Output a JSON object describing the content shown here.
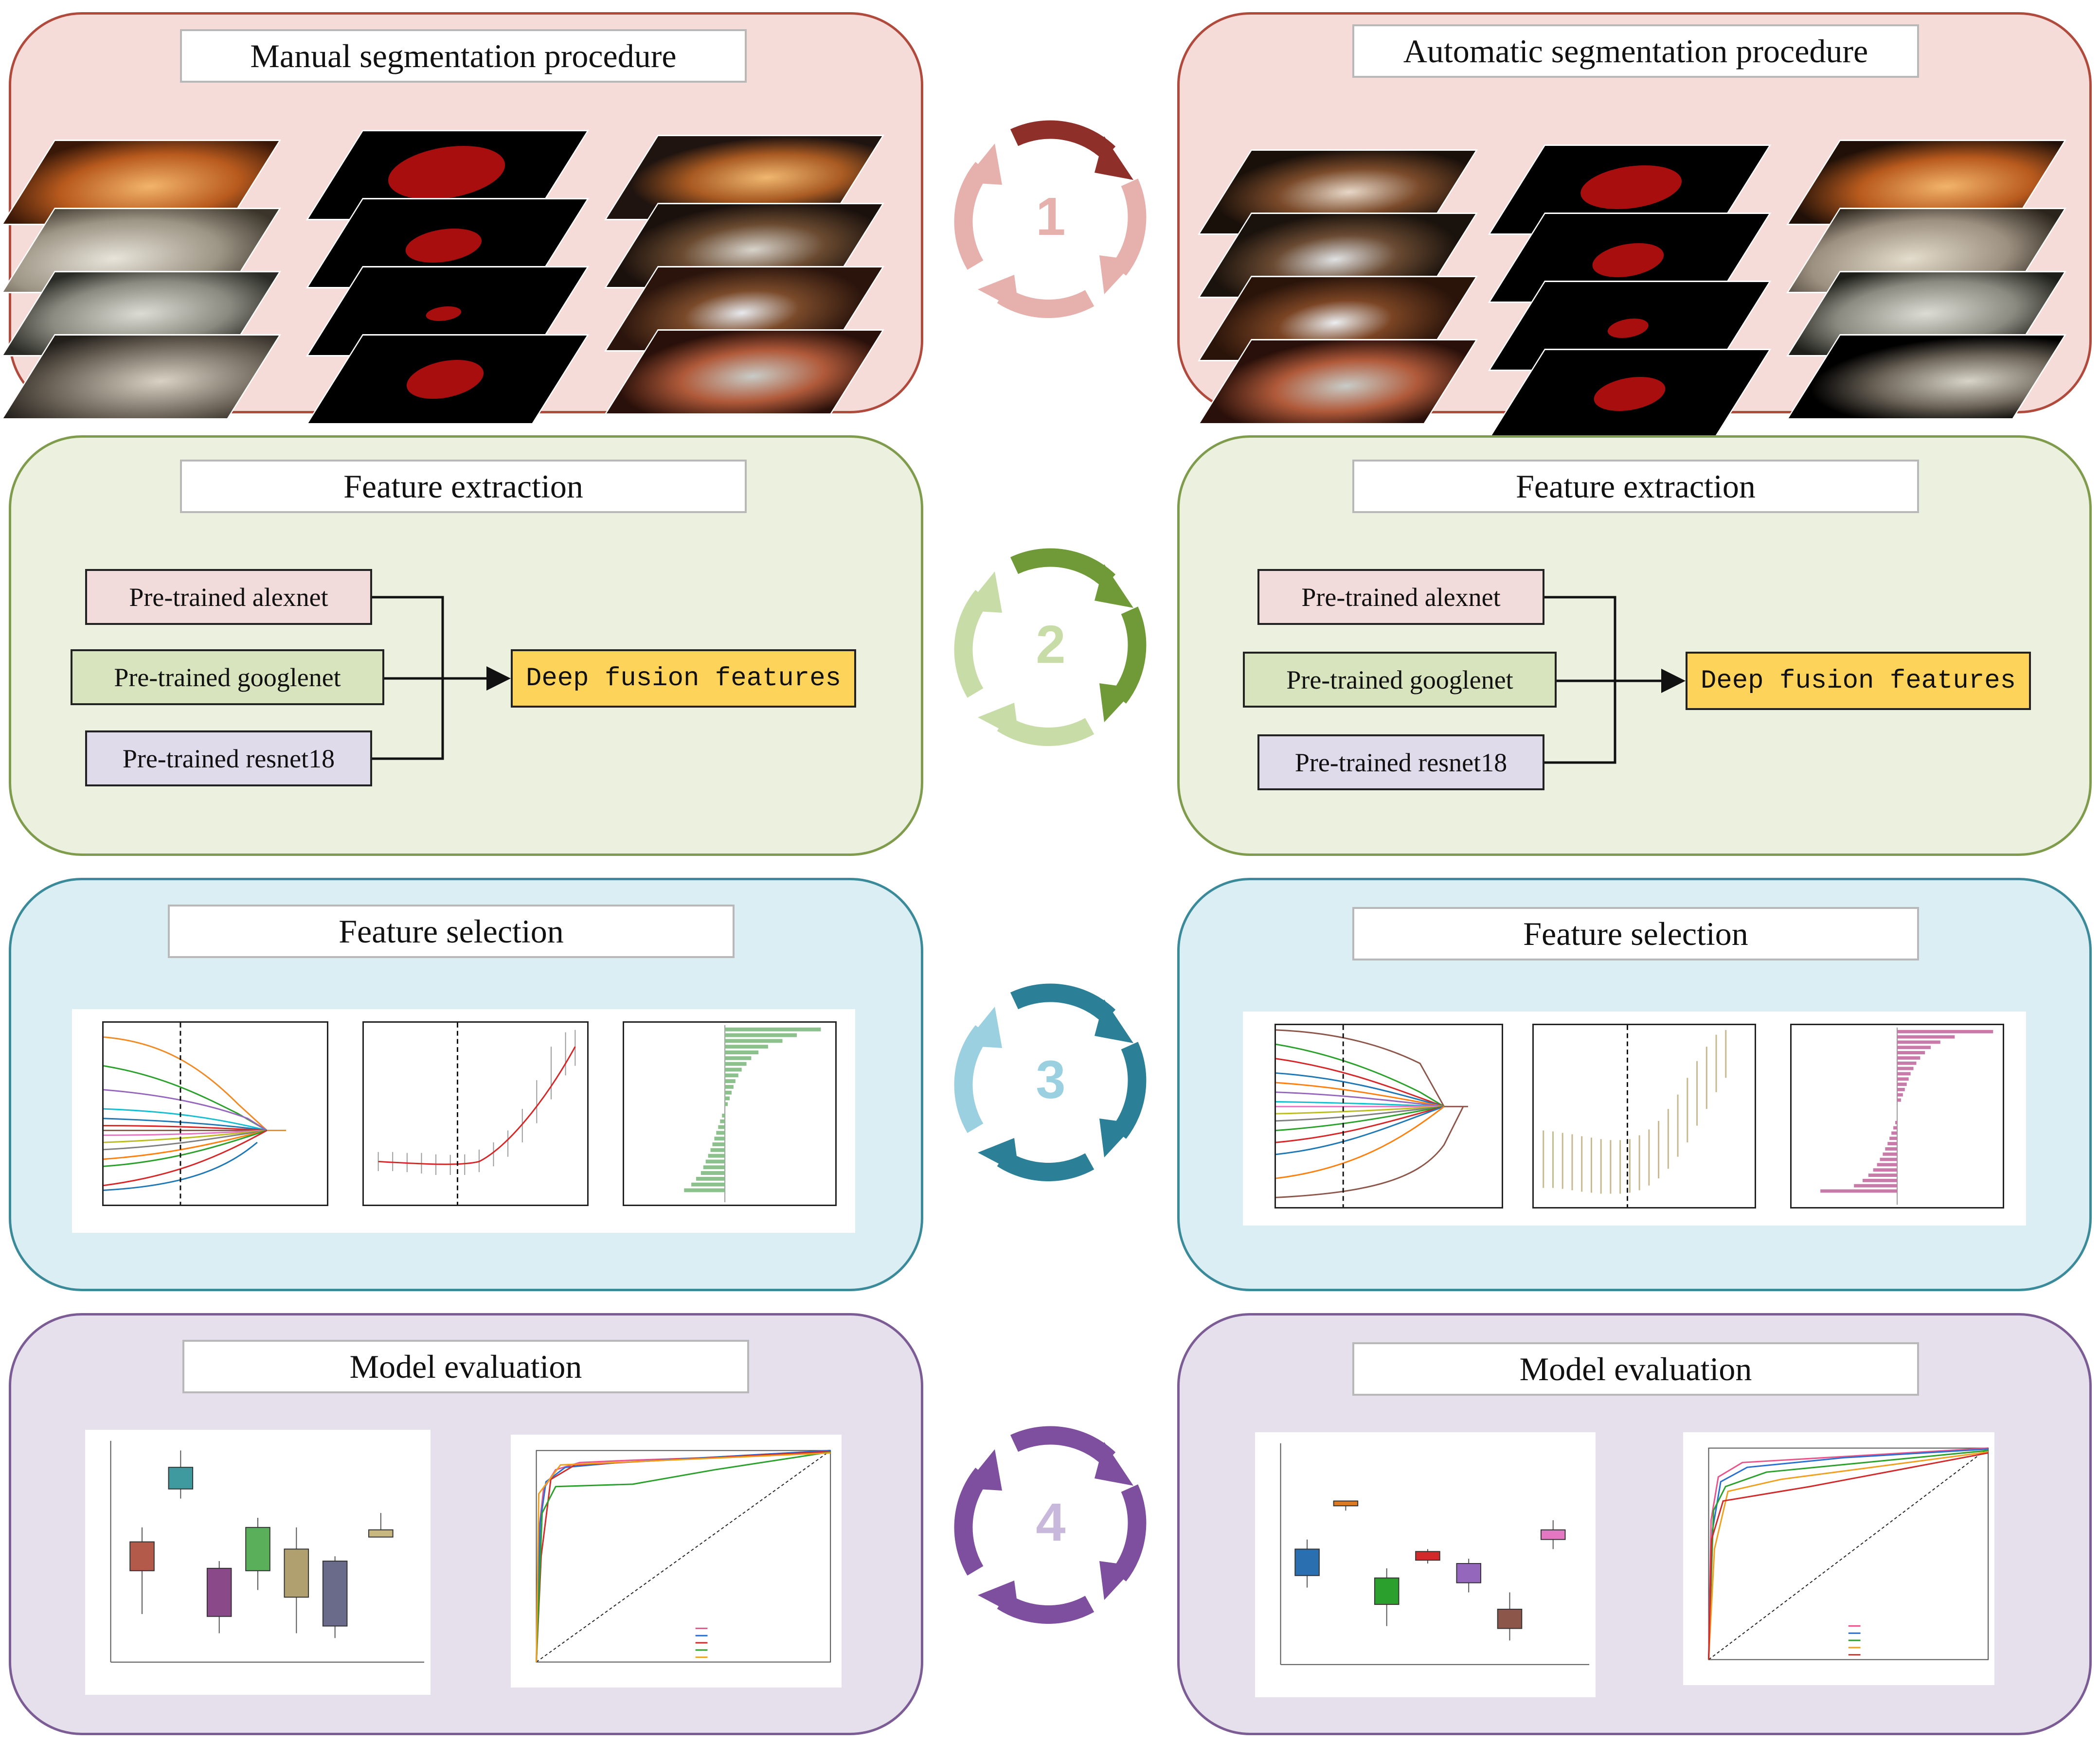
{
  "left": {
    "segmentation_title": "Manual segmentation procedure",
    "feature_extraction_title": "Feature extraction",
    "feature_selection_title": "Feature selection",
    "model_evaluation_title": "Model evaluation",
    "models": [
      "Pre-trained alexnet",
      "Pre-trained googlenet",
      "Pre-trained resnet18"
    ],
    "fusion": "Deep fusion features"
  },
  "right": {
    "segmentation_title": "Automatic segmentation procedure",
    "feature_extraction_title": "Feature extraction",
    "feature_selection_title": "Feature selection",
    "model_evaluation_title": "Model evaluation",
    "models": [
      "Pre-trained alexnet",
      "Pre-trained googlenet",
      "Pre-trained resnet18"
    ],
    "fusion": "Deep fusion features"
  },
  "steps": [
    "1",
    "2",
    "3",
    "4"
  ],
  "colors": {
    "seg_panel": "#f6dcd8",
    "seg_border": "#b04a3c",
    "fe_panel": "#ebf1de",
    "fe_border": "#7f9b4c",
    "fs_panel": "#dbeef4",
    "fs_border": "#3a8a9a",
    "me_panel": "#e6e0ec",
    "me_border": "#7b5c95",
    "alexnet_box": "#f2dcdb",
    "googlenet_box": "#d7e4bd",
    "resnet_box": "#e0dbeb",
    "fusion_box": "#fdd35a",
    "cycle1": "#8e2f2a",
    "cycle2": "#6f9a37",
    "cycle3": "#2b7f96",
    "cycle4": "#7d4f9e"
  }
}
